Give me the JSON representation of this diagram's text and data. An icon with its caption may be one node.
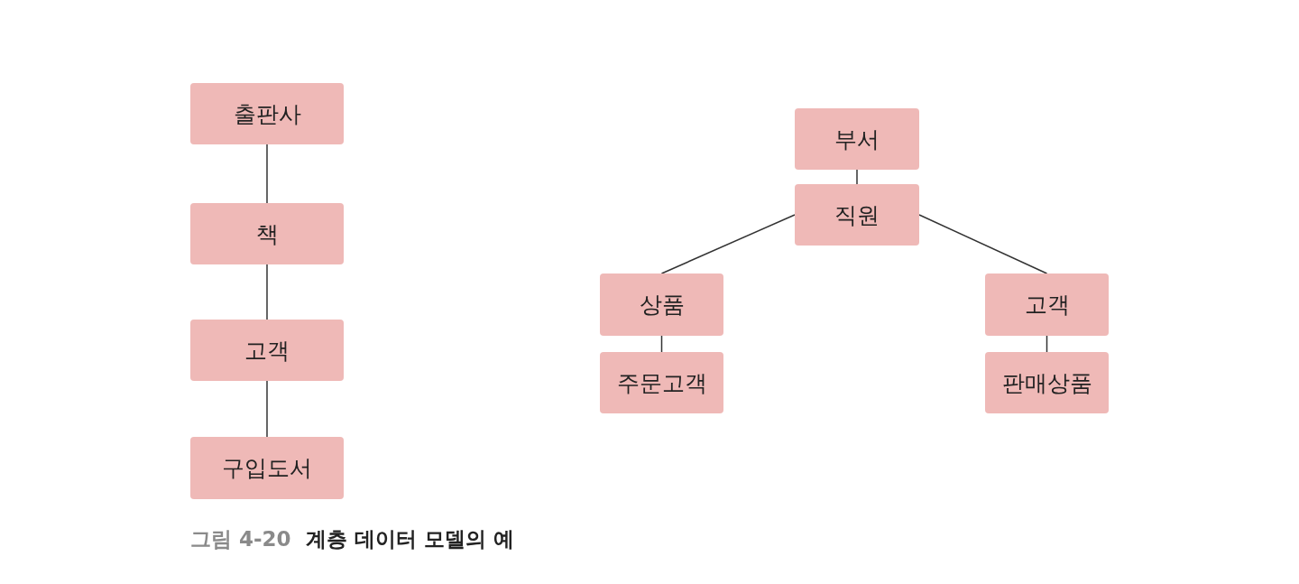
{
  "diagram": {
    "caption": "계층 데이터 모델의 예",
    "nodes": [
      {
        "text": [
          "출판사"
        ]
      },
      {
        "text": [
          "책"
        ]
      },
      {
        "text": [
          "고객"
        ]
      },
      {
        "text": [
          "구입도서"
        ]
      },
      {
        "text": [
          "부서"
        ]
      },
      {
        "text": [
          "직원"
        ]
      },
      {
        "text": [
          "상품"
        ]
      },
      {
        "text": [
          "주문고객"
        ]
      },
      {
        "text": [
          "고객"
        ]
      },
      {
        "text": [
          "판매상품"
        ]
      }
    ],
    "edges": [
      {
        "from": 0,
        "to": 1,
        "arrow": "none"
      },
      {
        "from": 1,
        "to": 2,
        "arrow": "none"
      },
      {
        "from": 2,
        "to": 3,
        "arrow": "none"
      },
      {
        "from": 4,
        "to": 5,
        "arrow": "none"
      },
      {
        "from": 5,
        "to": 6,
        "arrow": "none"
      },
      {
        "from": 5,
        "to": 8,
        "arrow": "none"
      },
      {
        "from": 6,
        "to": 7,
        "arrow": "none"
      },
      {
        "from": 8,
        "to": 9,
        "arrow": "none"
      }
    ],
    "labels": [
      "그림 4-20"
    ]
  }
}
